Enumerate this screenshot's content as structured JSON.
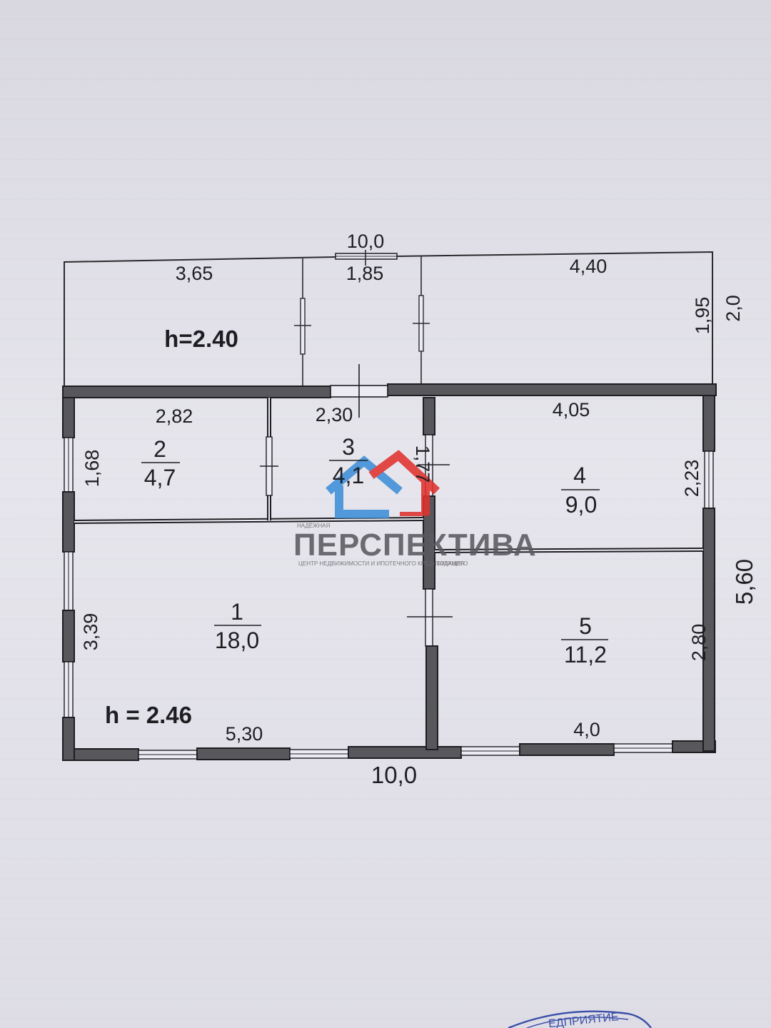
{
  "veranda": {
    "overall_width": "10,0",
    "segment_left": "3,65",
    "segment_middle": "1,85",
    "segment_right": "4,40",
    "inner_depth": "1,95",
    "outer_depth": "2,0",
    "height_label": "h=2.40"
  },
  "house": {
    "height_label": "h = 2.46",
    "bottom_width": "10,0",
    "right_depth": "5,60",
    "bottom_left_segment": "5,30",
    "bottom_right_segment": "4,0"
  },
  "rooms": [
    {
      "number": "1",
      "area": "18,0",
      "side_dim": "3,39"
    },
    {
      "number": "2",
      "area": "4,7",
      "top_dim": "2,82",
      "side_dim": "1,68"
    },
    {
      "number": "3",
      "area": "4,1",
      "top_dim": "2,30",
      "side_dim": "1,77"
    },
    {
      "number": "4",
      "area": "9,0",
      "top_dim": "4,05",
      "side_dim": "2,23"
    },
    {
      "number": "5",
      "area": "11,2",
      "side_dim": "2,80"
    }
  ],
  "watermark": {
    "brand": "ПЕРСПЕКТИВА",
    "tagline_top": "НАДЁЖНАЯ",
    "tagline": "ЦЕНТР НЕДВИЖИМОСТИ И ИПОТЕЧНОГО КРЕДИТОВАНИЯ",
    "tagline_end": "БУДУЩЕГО",
    "logo_colors": {
      "blue": "#3d8fd8",
      "red": "#e0322f"
    }
  },
  "stamp": {
    "text": "ЕДПРИЯТИЕ",
    "color": "#3a4fa8"
  }
}
